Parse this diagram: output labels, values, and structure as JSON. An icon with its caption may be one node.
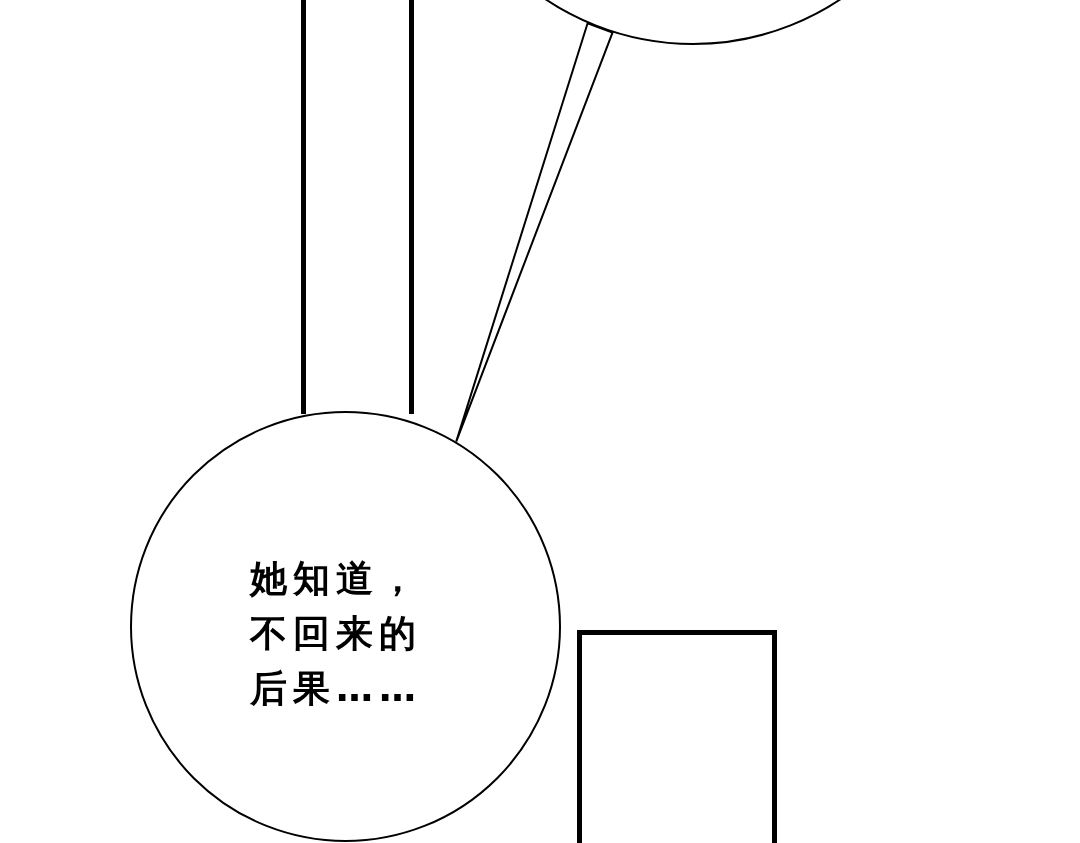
{
  "diagram": {
    "nodes": [
      {
        "text": [],
        "shape": "circle"
      },
      {
        "text": [],
        "shape": "box"
      },
      {
        "text": [
          "她知道，不回来的后果……"
        ]
      },
      {
        "text": [],
        "shape": "box"
      }
    ],
    "edges": [
      {
        "from": 0,
        "to": 2,
        "arrow": "none"
      }
    ]
  }
}
